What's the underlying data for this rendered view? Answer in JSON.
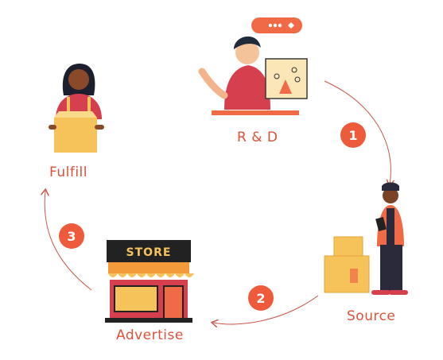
{
  "steps": [
    {
      "number": "1",
      "label": "R & D",
      "icon": "researcher-with-sketch-icon"
    },
    {
      "number": "2",
      "label": "Source",
      "icon": "worker-with-boxes-icon"
    },
    {
      "number": "3",
      "label": "Advertise",
      "icon": "storefront-icon"
    },
    {
      "number": "",
      "label": "Fulfill",
      "icon": "person-with-package-icon"
    }
  ],
  "store_sign": "STORE",
  "colors": {
    "accent": "#ee5a3c",
    "label": "#e0503a",
    "arrow": "#c9574a",
    "box": "#f6c35a",
    "awning": "#f39a3a"
  }
}
